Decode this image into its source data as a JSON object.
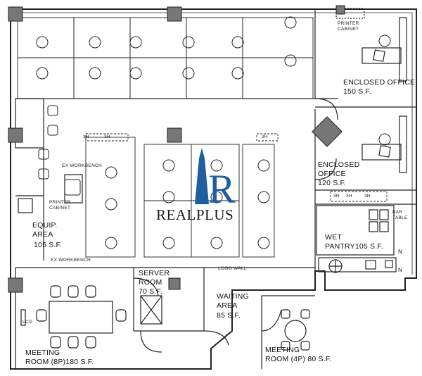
{
  "watermark": {
    "text": "REALPLUS",
    "letter": "R",
    "colors": {
      "blue": "#1f5f9f",
      "dark": "#1a1a1a"
    }
  },
  "rooms": {
    "enclosed_office_1": {
      "name": "ENCLOSED OFFICE",
      "area": "150 S.F."
    },
    "enclosed_office_2": {
      "name_line1": "ENCLOSED",
      "name_line2": "OFFICE",
      "area": "120 S.F."
    },
    "wet_pantry": {
      "name": "WET",
      "name_area": "PANTRY105 S.F."
    },
    "equip_area": {
      "name_line1": "EQUIP.",
      "name_line2": "AREA",
      "area": "105 S.F."
    },
    "server_room": {
      "name_line1": "SERVER",
      "name_line2": "ROOM",
      "area": "70 S.F."
    },
    "waiting_area": {
      "name_line1": "WAITING",
      "name_line2": "AREA",
      "area": "85 S.F."
    },
    "meeting_room_8p": {
      "name_line1": "MEETING",
      "name_line2": "ROOM (8P)180 S.F."
    },
    "meeting_room_4p": {
      "name_line1": "MEETING",
      "name_line2": "ROOM (4P) 80 S.F."
    }
  },
  "small_labels": {
    "printer_cabinet_top": "PRINTER CABINET",
    "printer_cabinet_left_1": "PRINTER",
    "printer_cabinet_left_2": "CABINET",
    "ex_workbench": "EX WORKBENCH",
    "ex_workbench_top": "EX WORKBENCH",
    "logo_wall": "LOGO WALL",
    "storage_3h": "3H",
    "bar_table": "BAR TABLE",
    "lcd": "LCD",
    "n1": "N",
    "n2": "N"
  }
}
